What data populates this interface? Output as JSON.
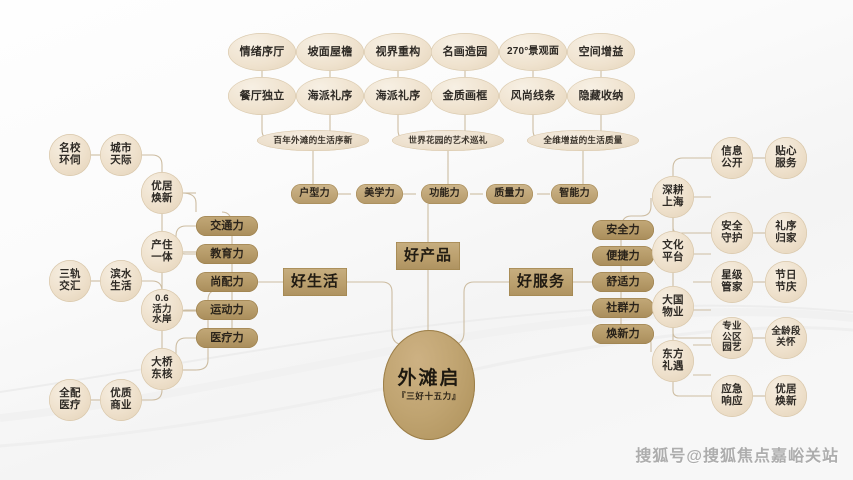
{
  "meta": {
    "watermark": "搜狐号@搜狐焦点嘉峪关站",
    "colors": {
      "background": "#fbfbfb",
      "connector": "#cdbda2",
      "circle_fill": "#eee0cb",
      "pill_fill": "#b59a68",
      "rect_fill": "#bba06e",
      "hub_fill": "#c0a471",
      "text": "#2e2a25",
      "watermark": "#9d9d9d"
    }
  },
  "hub": {
    "title": "外滩启",
    "subtitle": "『三好十五力』"
  },
  "pillars": [
    {
      "id": "good-life",
      "label": "好生活"
    },
    {
      "id": "good-product",
      "label": "好产品"
    },
    {
      "id": "good-service",
      "label": "好服务"
    }
  ],
  "product": {
    "top_row": [
      "情绪序厅",
      "坡面屋檐",
      "视界重构",
      "名画造园",
      "270°景观面",
      "空间增益"
    ],
    "second_row": [
      "餐厅独立",
      "海派礼序",
      "海派礼序",
      "金质画框",
      "风尚线条",
      "隐藏收纳"
    ],
    "taglines": [
      "百年外滩的生活序新",
      "世界花园的艺术巡礼",
      "全维增益的生活质量"
    ],
    "capabilities": [
      "户型力",
      "美学力",
      "功能力",
      "质量力",
      "智能力"
    ]
  },
  "life": {
    "capabilities": [
      "交通力",
      "教育力",
      "尚配力",
      "运动力",
      "医疗力"
    ],
    "spine": [
      "优居\n焕新",
      "产住\n一体",
      "0.6\n活力\n水岸",
      "大桥\n东核"
    ],
    "outer": [
      {
        "mid": "城市\n天际",
        "far": "名校\n环伺"
      },
      {
        "mid": "滨水\n生活",
        "far": "三轨\n交汇"
      },
      {
        "mid": "优质\n商业",
        "far": "全配\n医疗"
      }
    ]
  },
  "service": {
    "capabilities": [
      "安全力",
      "便捷力",
      "舒适力",
      "社群力",
      "焕新力"
    ],
    "spine": [
      "深耕\n上海",
      "文化\n平台",
      "大国\n物业",
      "东方\n礼遇"
    ],
    "outer": [
      {
        "mid": "信息\n公开",
        "far": "贴心\n服务"
      },
      {
        "mid": "安全\n守护",
        "far": "礼序\n归家"
      },
      {
        "mid": "星级\n管家",
        "far": "节日\n节庆"
      },
      {
        "mid": "专业\n公区\n园艺",
        "far": "全龄段\n关怀"
      },
      {
        "mid": "应急\n响应",
        "far": "优居\n焕新"
      }
    ]
  }
}
